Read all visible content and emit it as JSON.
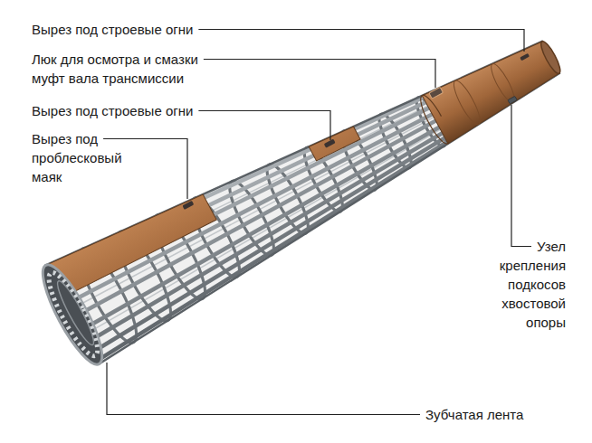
{
  "diagram": {
    "labels": [
      "Вырез под строевые огни",
      "Люк для осмотра и смазки муфт вала трансмиссии",
      "Вырез под строевые огни",
      "Вырез под проблесковый маяк",
      "Узел крепления подкосов хвостовой опоры",
      "Зубчатая лента"
    ]
  }
}
